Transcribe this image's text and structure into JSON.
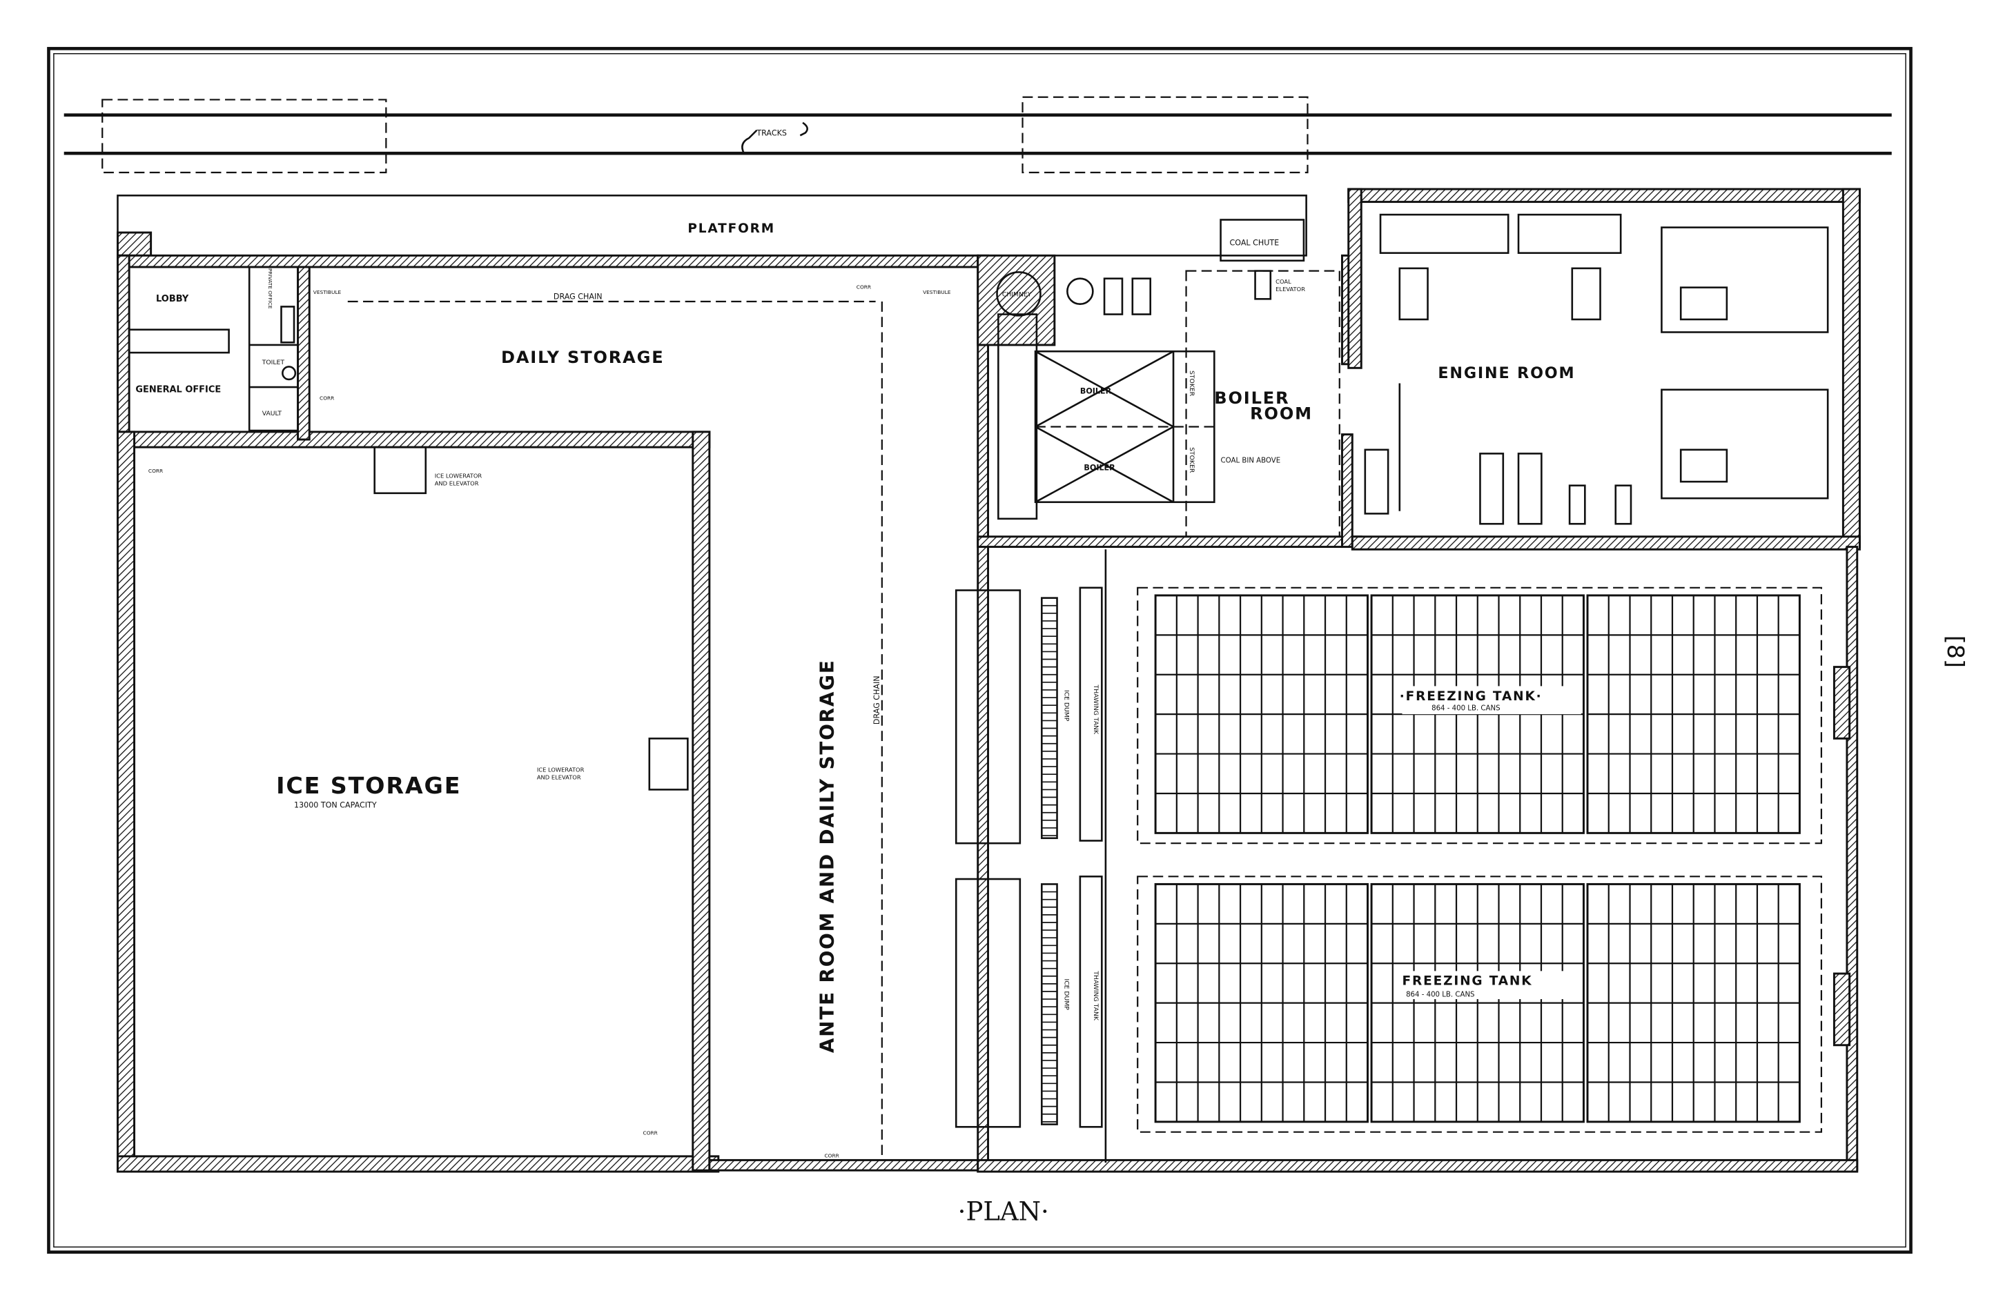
{
  "labels": {
    "tracks": "TRACKS",
    "platform": "PLATFORM",
    "coal_chute": "COAL CHUTE",
    "lobby": "LOBBY",
    "general_office": "GENERAL OFFICE",
    "toilet": "TOILET",
    "vault": "VAULT",
    "private_office": "PRIVATE OFFICE",
    "vestibule_1": "VESTIBULE",
    "vestibule_2": "VESTIBULE",
    "drag_chain_top": "DRAG CHAIN",
    "drag_chain_side": "DRAG CHAIN",
    "daily_storage": "DAILY STORAGE",
    "corr_1": "CORR",
    "corr_2": "CORR",
    "corr_3": "CORR",
    "corr_4": "CORR",
    "corr_5": "CORR",
    "ice_lowerator_1": "ICE LOWERATOR",
    "ice_lowerator_1b": "AND ELEVATOR",
    "ice_lowerator_2": "ICE LOWERATOR",
    "ice_lowerator_2b": "AND ELEVATOR",
    "ice_storage": "ICE STORAGE",
    "ice_storage_capacity": "13000 TON CAPACITY",
    "ante_room": "ANTE ROOM AND DAILY STORAGE",
    "chimney": "CHIMNEY",
    "boiler_1": "BOILER",
    "boiler_2": "BOILER",
    "stoker_1": "STOKER",
    "stoker_2": "STOKER",
    "boiler_room_1": "BOILER",
    "boiler_room_2": "ROOM",
    "coal_bin": "COAL BIN ABOVE",
    "coal_elevator_1": "COAL",
    "coal_elevator_2": "ELEVATOR",
    "engine_room": "ENGINE ROOM",
    "ice_dump_1": "ICE DUMP",
    "ice_dump_2": "ICE DUMP",
    "thawing_tank_1": "THAWING TANK",
    "thawing_tank_2": "THAWING TANK",
    "freezing_tank_1": "·FREEZING TANK·",
    "freezing_tank_1_cans": "864 - 400 LB. CANS",
    "freezing_tank_2": "FREEZING TANK",
    "freezing_tank_2_cans": "864 - 400 LB. CANS",
    "plan_title": "·PLAN·",
    "page_number": "[8]"
  }
}
